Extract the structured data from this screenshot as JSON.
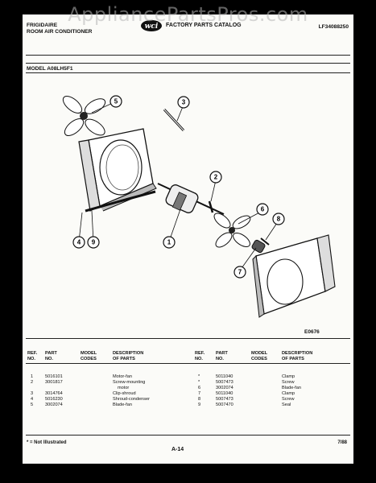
{
  "watermark": "AppliancePartsPros.com",
  "header": {
    "brand_line1": "FRIGIDAIRE",
    "brand_line2": "ROOM AIR CONDITIONER",
    "catalog_title": "FACTORY PARTS CATALOG",
    "catalog_number": "LF34088250"
  },
  "model_label": "MODEL A08LH5F1",
  "diagram": {
    "drawing_number": "E0676",
    "callouts": [
      "5",
      "3",
      "2",
      "1",
      "4",
      "9",
      "6",
      "8",
      "7"
    ]
  },
  "table": {
    "headers_left": {
      "ref": [
        "REF.",
        "NO."
      ],
      "part": [
        "PART",
        "NO."
      ],
      "model": [
        "MODEL",
        "CODES"
      ],
      "desc": [
        "DESCRIPTION",
        "OF PARTS"
      ]
    },
    "headers_right": {
      "ref": [
        "REF.",
        "NO."
      ],
      "part": [
        "PART",
        "NO."
      ],
      "model": [
        "MODEL",
        "CODES"
      ],
      "desc": [
        "DESCRIPTION",
        "OF PARTS"
      ]
    },
    "rows_left": [
      {
        "ref": "1",
        "part": "5016101",
        "model": "",
        "desc": "Motor-fan"
      },
      {
        "ref": "2",
        "part": "3001817",
        "model": "",
        "desc": "Screw-mounting"
      },
      {
        "ref": "",
        "part": "",
        "model": "",
        "desc": "motor"
      },
      {
        "ref": "3",
        "part": "3014764",
        "model": "",
        "desc": "Clip-shroud"
      },
      {
        "ref": "4",
        "part": "5016230",
        "model": "",
        "desc": "Shroud-condenser"
      },
      {
        "ref": "5",
        "part": "3002074",
        "model": "",
        "desc": "Blade-fan"
      }
    ],
    "rows_right": [
      {
        "ref": "*",
        "part": "5011040",
        "model": "",
        "desc": "Clamp"
      },
      {
        "ref": "*",
        "part": "5007473",
        "model": "",
        "desc": "Screw"
      },
      {
        "ref": "6",
        "part": "3002074",
        "model": "",
        "desc": "Blade-fan"
      },
      {
        "ref": "7",
        "part": "5011040",
        "model": "",
        "desc": "Clamp"
      },
      {
        "ref": "8",
        "part": "5007473",
        "model": "",
        "desc": "Screw"
      },
      {
        "ref": "9",
        "part": "5007470",
        "model": "",
        "desc": "Seal"
      }
    ]
  },
  "footer": {
    "footnote": "* = Not Illustrated",
    "page": "A-14",
    "date": "7/88"
  }
}
